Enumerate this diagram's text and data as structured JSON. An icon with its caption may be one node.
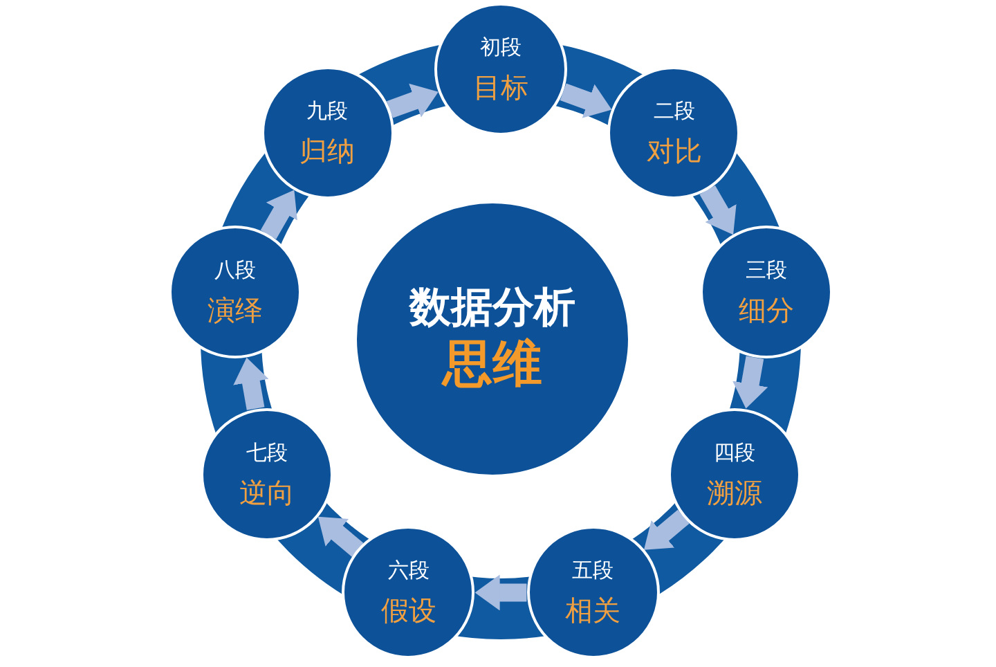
{
  "diagram": {
    "nodes": [
      {
        "text": [
          "数据分析",
          "思维"
        ]
      },
      {
        "text": [
          "初段",
          "目标"
        ]
      },
      {
        "text": [
          "二段",
          "对比"
        ]
      },
      {
        "text": [
          "三段",
          "细分"
        ]
      },
      {
        "text": [
          "四段",
          "溯源"
        ]
      },
      {
        "text": [
          "五段",
          "相关"
        ]
      },
      {
        "text": [
          "六段",
          "假设"
        ]
      },
      {
        "text": [
          "七段",
          "逆向"
        ]
      },
      {
        "text": [
          "八段",
          "演绎"
        ]
      },
      {
        "text": [
          "九段",
          "归纳"
        ]
      }
    ],
    "edges": [
      {
        "from": 1,
        "to": 2,
        "arrow": "to"
      },
      {
        "from": 2,
        "to": 3,
        "arrow": "to"
      },
      {
        "from": 3,
        "to": 4,
        "arrow": "to"
      },
      {
        "from": 4,
        "to": 5,
        "arrow": "to"
      },
      {
        "from": 5,
        "to": 6,
        "arrow": "to"
      },
      {
        "from": 6,
        "to": 7,
        "arrow": "to"
      },
      {
        "from": 7,
        "to": 8,
        "arrow": "to"
      },
      {
        "from": 8,
        "to": 9,
        "arrow": "to"
      },
      {
        "from": 9,
        "to": 1,
        "arrow": "to"
      }
    ]
  }
}
